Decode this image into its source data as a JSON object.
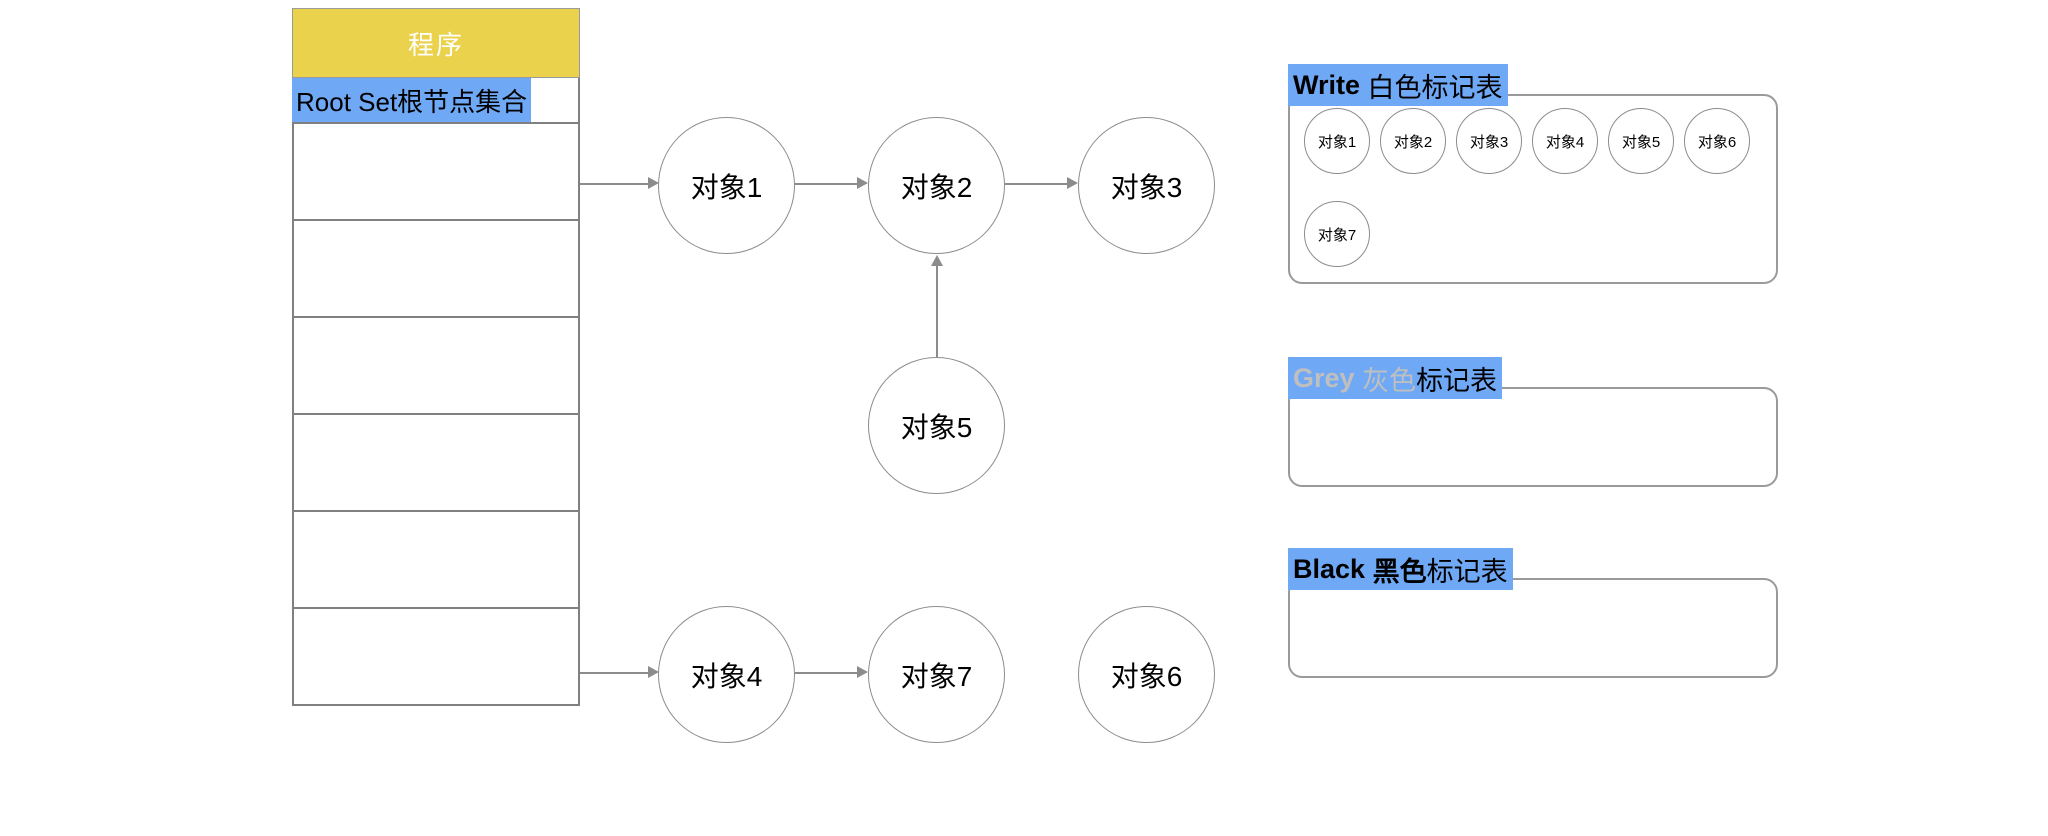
{
  "program": {
    "title": "程序",
    "header_color": "#EBD24C",
    "title_color": "#FFFFFF"
  },
  "root_set": {
    "caption": "Root Set根节点集合",
    "caption_highlight_color": "#6FA8F5",
    "row_count": 6,
    "rows": [
      "",
      "",
      "",
      "",
      "",
      ""
    ]
  },
  "graph": {
    "nodes": [
      {
        "id": "obj1",
        "label": "对象1"
      },
      {
        "id": "obj2",
        "label": "对象2"
      },
      {
        "id": "obj3",
        "label": "对象3"
      },
      {
        "id": "obj5",
        "label": "对象5"
      },
      {
        "id": "obj4",
        "label": "对象4"
      },
      {
        "id": "obj7",
        "label": "对象7"
      },
      {
        "id": "obj6",
        "label": "对象6"
      }
    ],
    "edges": [
      {
        "from": "root-set",
        "to": "obj1"
      },
      {
        "from": "obj1",
        "to": "obj2"
      },
      {
        "from": "obj2",
        "to": "obj3"
      },
      {
        "from": "obj5",
        "to": "obj2"
      },
      {
        "from": "root-set",
        "to": "obj4"
      },
      {
        "from": "obj4",
        "to": "obj7"
      }
    ]
  },
  "mark_tables": [
    {
      "id": "white",
      "en": "Write",
      "cn": "白色",
      "suffix": "标记表",
      "en_color": "#FFFFFF",
      "cn_color": "#FFFFFF",
      "highlight_color": "#6FA8F5",
      "objects": [
        "对象1",
        "对象2",
        "对象3",
        "对象4",
        "对象5",
        "对象6",
        "对象7"
      ]
    },
    {
      "id": "grey",
      "en": "Grey",
      "cn": "灰色",
      "suffix": "标记表",
      "en_color": "#BFBFBF",
      "cn_color": "#BFBFBF",
      "highlight_color": "#6FA8F5",
      "objects": []
    },
    {
      "id": "black",
      "en": "Black",
      "cn": "黑色",
      "suffix": "标记表",
      "en_color": "#000000",
      "cn_color": "#000000",
      "highlight_color": "#6FA8F5",
      "objects": []
    }
  ]
}
